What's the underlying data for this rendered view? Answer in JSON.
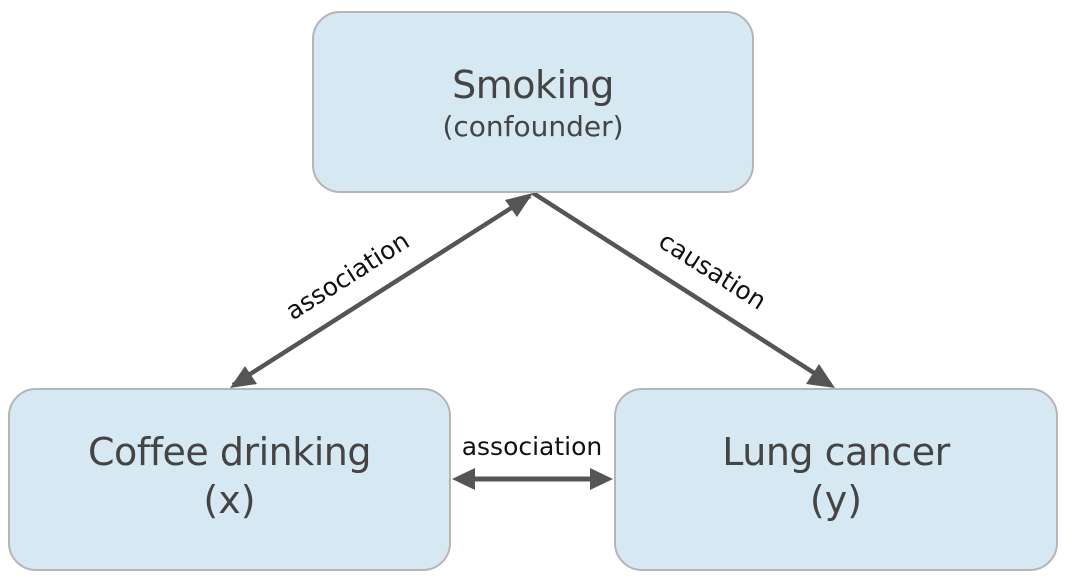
{
  "diagram": {
    "type": "causal-diagram",
    "nodes": {
      "confounder": {
        "title": "Smoking",
        "subtitle": "(confounder)"
      },
      "exposure": {
        "title": "Coffee drinking",
        "subtitle": "(x)"
      },
      "outcome": {
        "title": "Lung cancer",
        "subtitle": "(y)"
      }
    },
    "edges": {
      "confounder_exposure": {
        "label": "association",
        "from": "Smoking",
        "to": "Coffee drinking",
        "direction": "bidirectional"
      },
      "confounder_outcome": {
        "label": "causation",
        "from": "Smoking",
        "to": "Lung cancer",
        "direction": "forward"
      },
      "exposure_outcome": {
        "label": "association",
        "from": "Coffee drinking",
        "to": "Lung cancer",
        "direction": "bidirectional"
      }
    },
    "colors": {
      "node_fill": "#d6e9f2",
      "node_border": "#b5b5b5",
      "node_text": "#444444",
      "edge": "#555555",
      "edge_label": "#111111"
    }
  }
}
